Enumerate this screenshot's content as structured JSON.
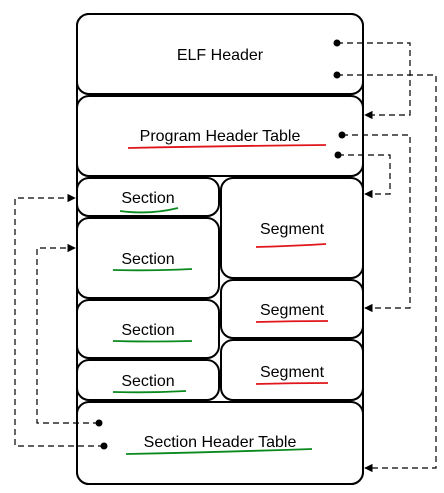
{
  "elf_header": {
    "label": "ELF Header"
  },
  "program_header_table": {
    "label": "Program Header Table"
  },
  "sections": [
    {
      "label": "Section"
    },
    {
      "label": "Section"
    },
    {
      "label": "Section"
    },
    {
      "label": "Section"
    }
  ],
  "segments": [
    {
      "label": "Segment"
    },
    {
      "label": "Segment"
    },
    {
      "label": "Segment"
    }
  ],
  "section_header_table": {
    "label": "Section Header Table"
  },
  "colors": {
    "segment_underline": "#e0161c",
    "section_underline": "#0a8a1e"
  }
}
